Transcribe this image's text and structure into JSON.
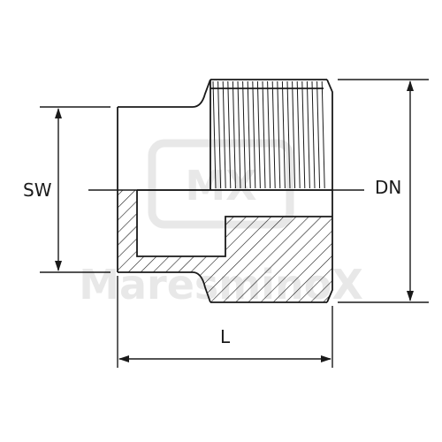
{
  "labels": {
    "sw": "SW",
    "dn": "DN",
    "length": "L"
  },
  "watermark": {
    "logo": "MX",
    "brand": "MaresminoX"
  },
  "colors": {
    "line": "#1a1a1a",
    "watermark": "#e6e6e6"
  }
}
